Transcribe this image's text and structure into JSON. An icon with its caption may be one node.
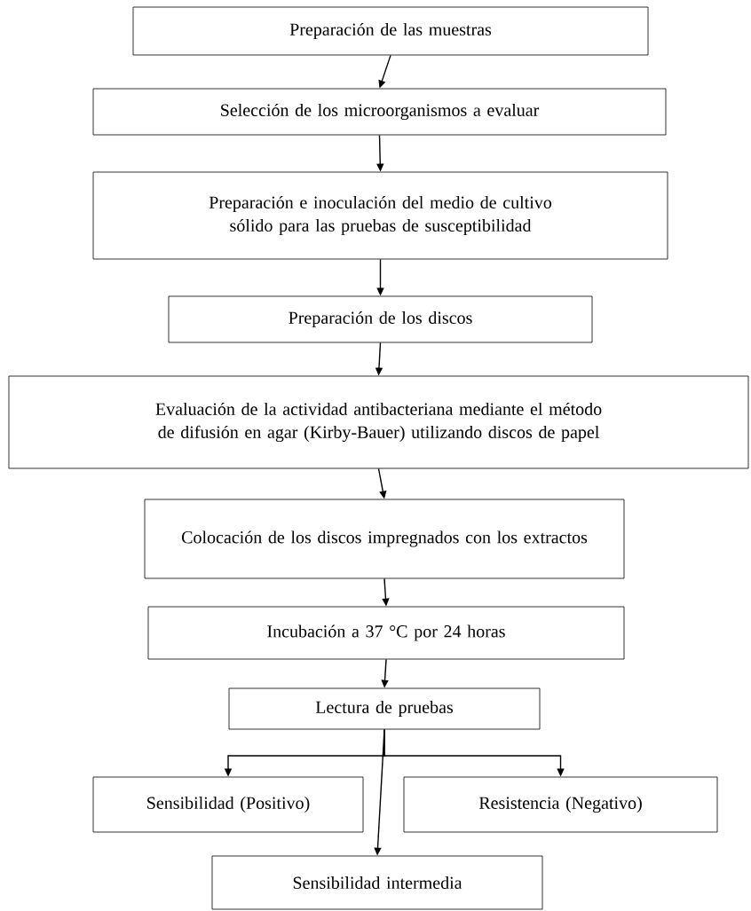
{
  "diagram": {
    "nodes": [
      {
        "text": [
          "Preparación de las muestras"
        ]
      },
      {
        "text": [
          "Selección de los microorganismos a evaluar"
        ]
      },
      {
        "text": [
          "Preparación e inoculación del medio de cultivo sólido para las pruebas de susceptibilidad"
        ]
      },
      {
        "text": [
          "Preparación de los discos"
        ]
      },
      {
        "text": [
          "Evaluación de la actividad antibacteriana mediante el método de difusión en agar (Kirby-Bauer) utilizando discos de papel"
        ]
      },
      {
        "text": [
          "Colocación de los discos impregnados con los extractos"
        ]
      },
      {
        "text": [
          "Incubación a 37 °C por 24 horas"
        ]
      },
      {
        "text": [
          "Lectura de pruebas"
        ]
      },
      {
        "text": [
          "Sensibilidad (Positivo)"
        ]
      },
      {
        "text": [
          "Resistencia (Negativo)"
        ]
      },
      {
        "text": [
          "Sensibilidad intermedia"
        ]
      }
    ],
    "edges": [
      {
        "from": 0,
        "to": 1,
        "arrow": "to"
      },
      {
        "from": 1,
        "to": 2,
        "arrow": "to"
      },
      {
        "from": 2,
        "to": 3,
        "arrow": "to"
      },
      {
        "from": 3,
        "to": 4,
        "arrow": "to"
      },
      {
        "from": 4,
        "to": 5,
        "arrow": "to"
      },
      {
        "from": 5,
        "to": 6,
        "arrow": "to"
      },
      {
        "from": 6,
        "to": 7,
        "arrow": "to"
      },
      {
        "from": 7,
        "to": 8,
        "arrow": "to"
      },
      {
        "from": 7,
        "to": 9,
        "arrow": "to"
      },
      {
        "from": 7,
        "to": 10,
        "arrow": "to"
      }
    ]
  }
}
